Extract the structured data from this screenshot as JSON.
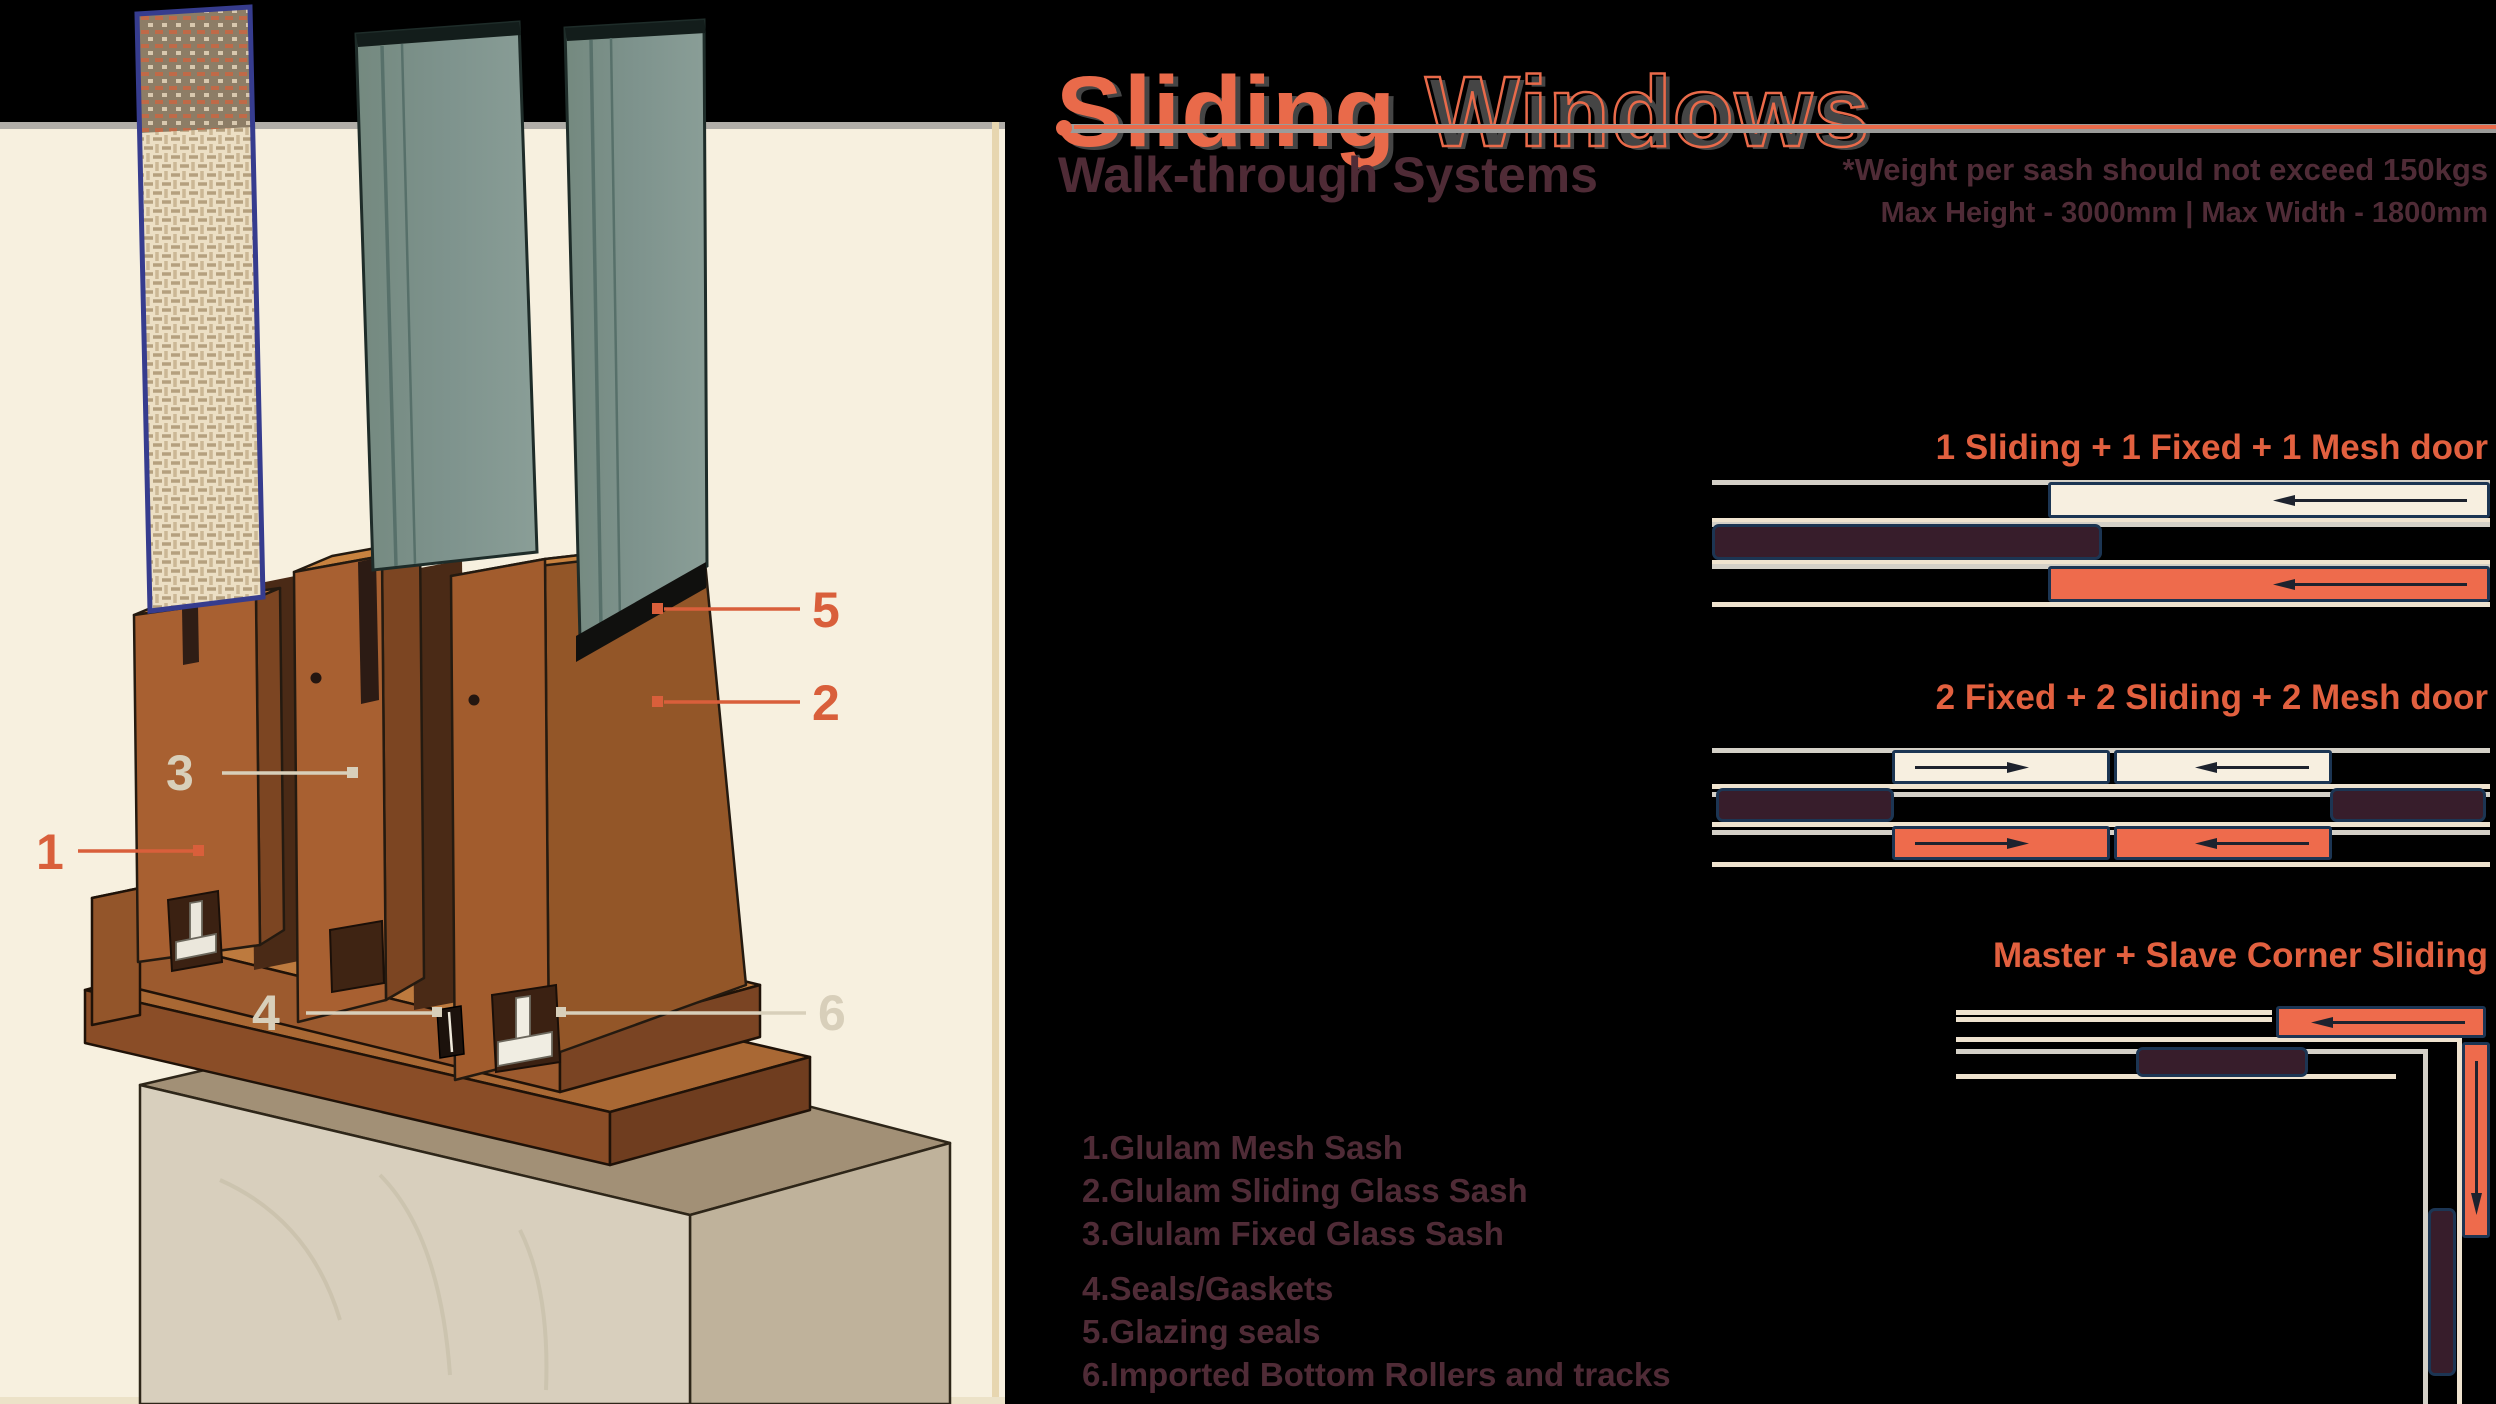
{
  "header": {
    "title_primary": "Sliding",
    "title_secondary": " Windows",
    "subtitle": "Walk-through Systems",
    "note_line1": "*Weight per sash should not exceed 150kgs",
    "note_line2": "Max Height - 3000mm | Max Width - 1800mm"
  },
  "configurations": [
    {
      "label": "1 Sliding + 1 Fixed + 1 Mesh door"
    },
    {
      "label": "2 Fixed + 2 Sliding + 2 Mesh door"
    },
    {
      "label": "Master + Slave Corner Sliding"
    }
  ],
  "legend_items": [
    "1.Glulam Mesh Sash",
    "2.Glulam Sliding Glass Sash",
    "3.Glulam Fixed Glass Sash",
    "4.Seals/Gaskets",
    "5.Glazing seals",
    "6.Imported Bottom Rollers and tracks"
  ],
  "callouts": [
    {
      "num": "1"
    },
    {
      "num": "2"
    },
    {
      "num": "3"
    },
    {
      "num": "4"
    },
    {
      "num": "5"
    },
    {
      "num": "6"
    }
  ],
  "colors": {
    "accent_coral": "#e96a4a",
    "label_coral": "#e2603f",
    "maroon_text": "#4f2b36",
    "navy_border": "#1c3553",
    "sash_cream": "#f7efe0",
    "sash_dark": "#371d2b",
    "sash_orange": "#ee6b4c",
    "panel_cream": "#f7f0df",
    "track_gray": "#d4d0c7",
    "track_cream": "#efe3cf"
  }
}
